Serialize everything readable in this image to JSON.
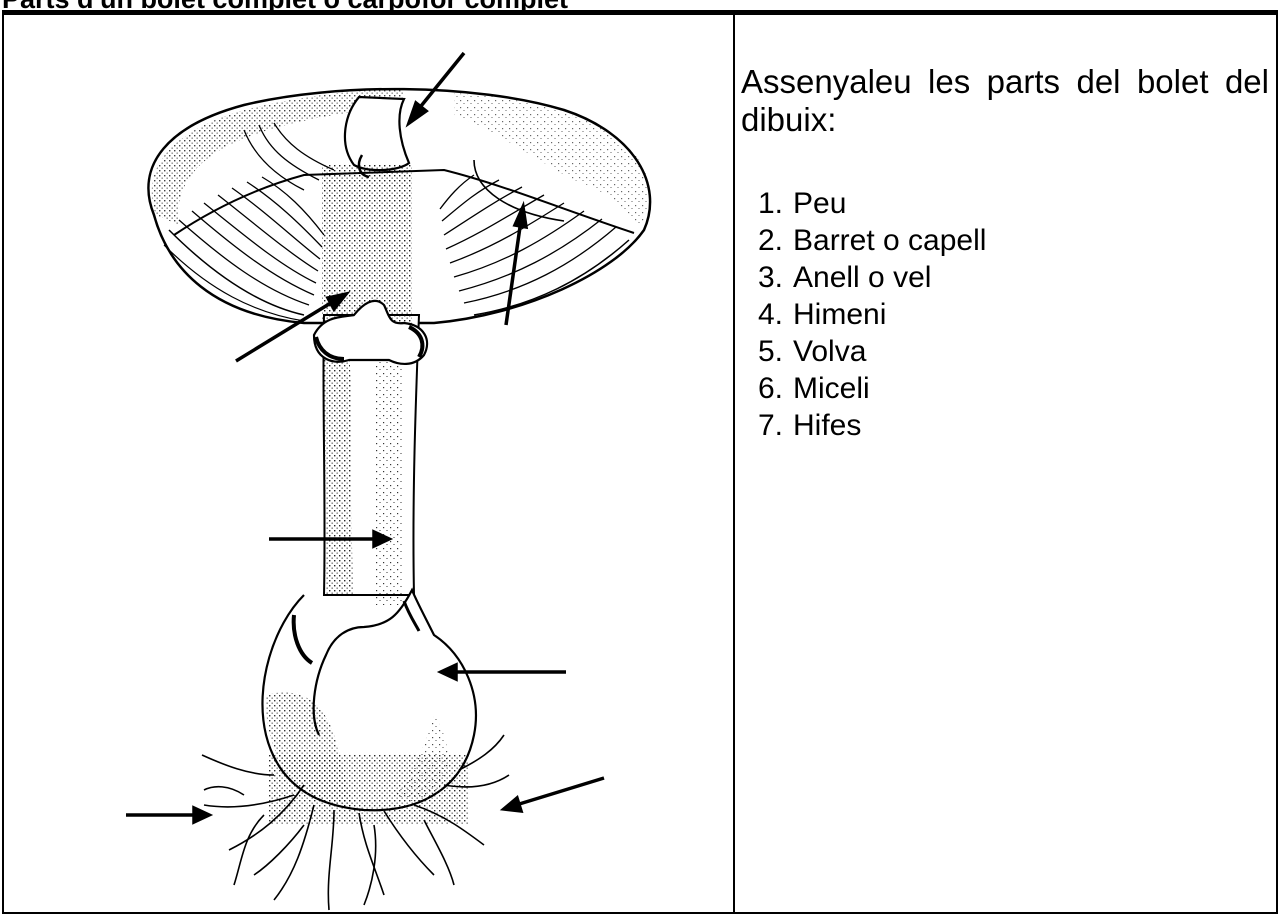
{
  "header": {
    "cut_title": "Parts d'un bolet complet o carpòfor complet"
  },
  "illustration": {
    "subject": "mushroom-diagram",
    "stroke_color": "#000000",
    "arrow_count": 7
  },
  "instructions": {
    "text": "Assenyaleu les parts del bolet del dibuix:"
  },
  "parts": [
    {
      "number": "1.",
      "label": "Peu"
    },
    {
      "number": "2.",
      "label": "Barret o capell"
    },
    {
      "number": "3.",
      "label": "Anell o vel"
    },
    {
      "number": "4.",
      "label": "Himeni"
    },
    {
      "number": "5.",
      "label": "Volva"
    },
    {
      "number": "6.",
      "label": "Miceli"
    },
    {
      "number": "7.",
      "label": "Hifes"
    }
  ]
}
